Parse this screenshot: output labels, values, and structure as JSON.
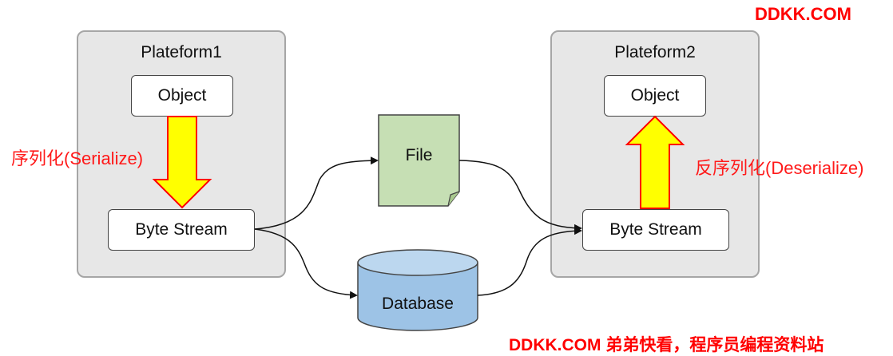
{
  "platform1": {
    "title": "Plateform1",
    "object_label": "Object",
    "stream_label": "Byte Stream"
  },
  "platform2": {
    "title": "Plateform2",
    "object_label": "Object",
    "stream_label": "Byte Stream"
  },
  "serialize_label": "序列化(Serialize)",
  "deserialize_label": "反序列化(Deserialize)",
  "file_label": "File",
  "database_label": "Database",
  "watermark_top": "DDKK.COM",
  "watermark_bottom": "DDKK.COM 弟弟快看，程序员编程资料站",
  "colors": {
    "platform_fill": "#e7e7e7",
    "arrow_fill": "#ffff00",
    "arrow_stroke": "#ff0000",
    "file_fill": "#c6dfb4",
    "database_fill": "#9dc3e6",
    "label_red": "#ff1a1a"
  }
}
